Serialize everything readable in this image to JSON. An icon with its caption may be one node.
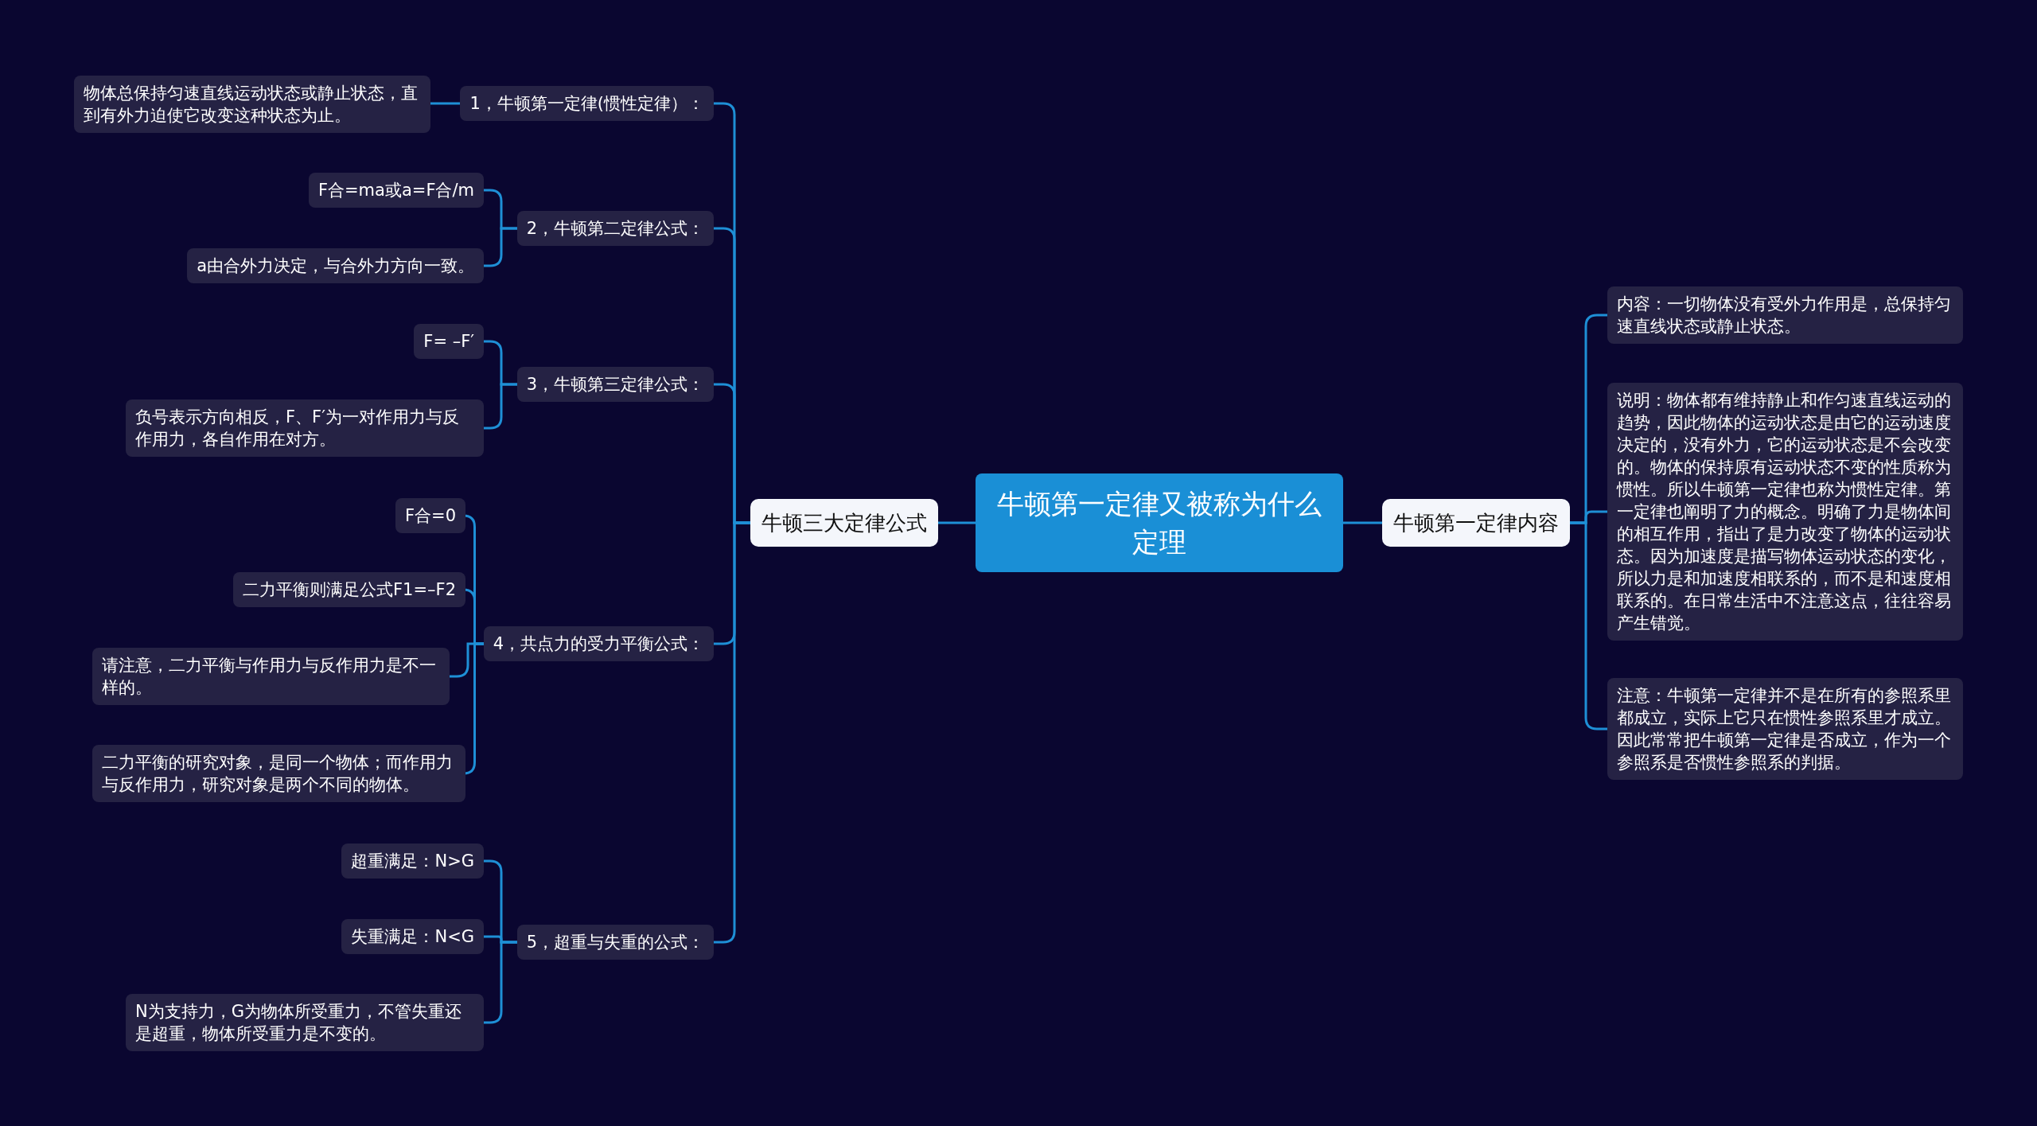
{
  "diagram": {
    "nodes": [
      {
        "text": [
          "牛顿第一定律又被称为什么定理"
        ]
      },
      {
        "text": [
          "牛顿三大定律公式"
        ]
      },
      {
        "text": [
          "1，牛顿第一定律(惯性定律）："
        ]
      },
      {
        "text": [
          "物体总保持匀速直线运动状态或静止状态，直到有外力迫使它改变这种状态为止。"
        ]
      },
      {
        "text": [
          "2，牛顿第二定律公式："
        ]
      },
      {
        "text": [
          "F合=ma或a=F合/m"
        ]
      },
      {
        "text": [
          "a由合外力决定，与合外力方向一致。"
        ]
      },
      {
        "text": [
          "3，牛顿第三定律公式："
        ]
      },
      {
        "text": [
          "F= –F′"
        ]
      },
      {
        "text": [
          "负号表示方向相反，F、F′为一对作用力与反作用力，各自作用在对方。"
        ]
      },
      {
        "text": [
          "4，共点力的受力平衡公式："
        ]
      },
      {
        "text": [
          "F合=0"
        ]
      },
      {
        "text": [
          "二力平衡则满足公式F1=–F2"
        ]
      },
      {
        "text": [
          "请注意，二力平衡与作用力与反作用力是不一样的。"
        ]
      },
      {
        "text": [
          "二力平衡的研究对象，是同一个物体；而作用力与反作用力，研究对象是两个不同的物体。"
        ]
      },
      {
        "text": [
          "5，超重与失重的公式："
        ]
      },
      {
        "text": [
          "超重满足：N>G"
        ]
      },
      {
        "text": [
          "失重满足：N<G"
        ]
      },
      {
        "text": [
          "N为支持力，G为物体所受重力，不管失重还是超重，物体所受重力是不变的。"
        ]
      },
      {
        "text": [
          "牛顿第一定律内容"
        ]
      },
      {
        "text": [
          "内容：一切物体没有受外力作用是，总保持匀速直线状态或静止状态。"
        ]
      },
      {
        "text": [
          "说明：物体都有维持静止和作匀速直线运动的趋势，因此物体的运动状态是由它的运动速度决定的，没有外力，它的运动状态是不会改变的。物体的保持原有运动状态不变的性质称为惯性。所以牛顿第一定律也称为惯性定律。第一定律也阐明了力的概念。明确了力是物体间的相互作用，指出了是力改变了物体的运动状态。因为加速度是描写物体运动状态的变化，所以力是和加速度相联系的，而不是和速度相联系的。在日常生活中不注意这点，往往容易产生错觉。"
        ]
      },
      {
        "text": [
          "注意：牛顿第一定律并不是在所有的参照系里都成立，实际上它只在惯性参照系里才成立。因此常常把牛顿第一定律是否成立，作为一个参照系是否惯性参照系的判据。"
        ]
      }
    ],
    "edges": [
      {
        "from": 0,
        "to": 1,
        "arrow": "none"
      },
      {
        "from": 1,
        "to": 2,
        "arrow": "none"
      },
      {
        "from": 2,
        "to": 3,
        "arrow": "none"
      },
      {
        "from": 1,
        "to": 4,
        "arrow": "none"
      },
      {
        "from": 4,
        "to": 5,
        "arrow": "none"
      },
      {
        "from": 4,
        "to": 6,
        "arrow": "none"
      },
      {
        "from": 1,
        "to": 7,
        "arrow": "none"
      },
      {
        "from": 7,
        "to": 8,
        "arrow": "none"
      },
      {
        "from": 7,
        "to": 9,
        "arrow": "none"
      },
      {
        "from": 1,
        "to": 10,
        "arrow": "none"
      },
      {
        "from": 10,
        "to": 11,
        "arrow": "none"
      },
      {
        "from": 10,
        "to": 12,
        "arrow": "none"
      },
      {
        "from": 10,
        "to": 13,
        "arrow": "none"
      },
      {
        "from": 10,
        "to": 14,
        "arrow": "none"
      },
      {
        "from": 1,
        "to": 15,
        "arrow": "none"
      },
      {
        "from": 15,
        "to": 16,
        "arrow": "none"
      },
      {
        "from": 15,
        "to": 17,
        "arrow": "none"
      },
      {
        "from": 15,
        "to": 18,
        "arrow": "none"
      },
      {
        "from": 0,
        "to": 19,
        "arrow": "none"
      },
      {
        "from": 19,
        "to": 20,
        "arrow": "none"
      },
      {
        "from": 19,
        "to": 21,
        "arrow": "none"
      },
      {
        "from": 19,
        "to": 22,
        "arrow": "none"
      }
    ]
  }
}
